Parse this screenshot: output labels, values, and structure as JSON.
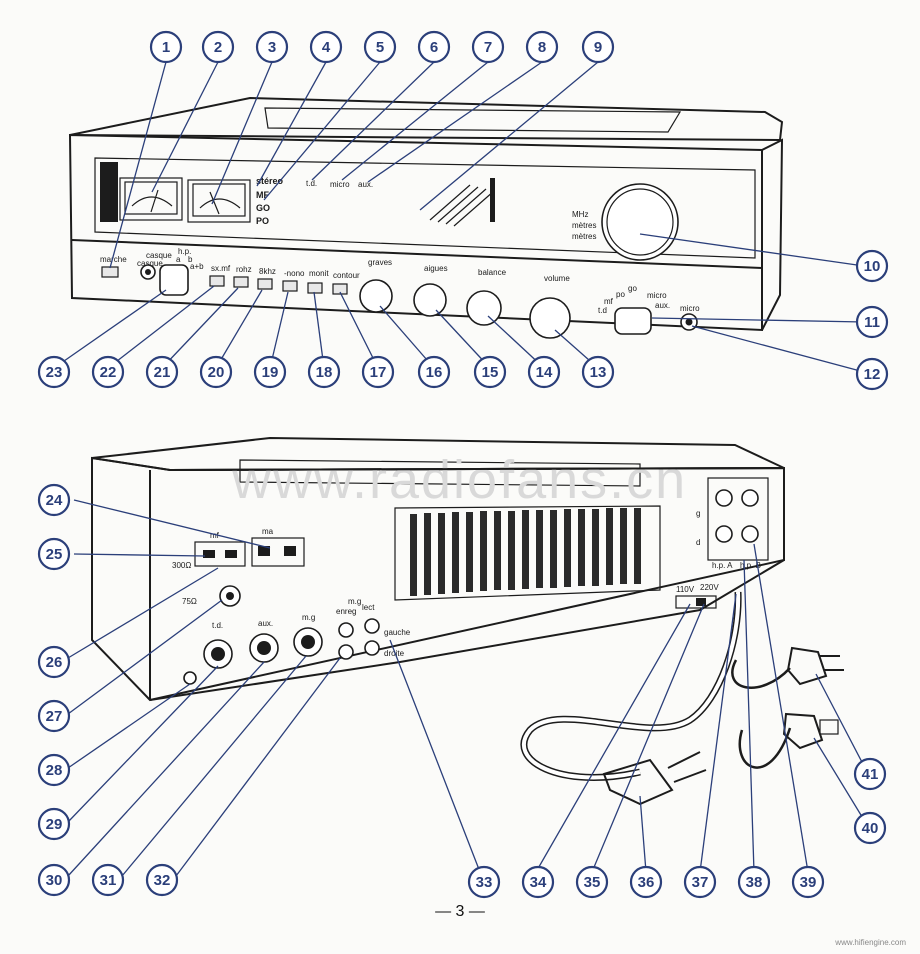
{
  "front_panel": {
    "labels": {
      "stereo": "stéreo",
      "mf": "MF",
      "go": "GO",
      "po": "PO",
      "td": "t.d.",
      "micro": "micro",
      "aux": "aux.",
      "mhz": "MHz",
      "metres1": "mètres",
      "metres2": "mètres",
      "marche": "marche",
      "casque": "casque",
      "casque2": "casque",
      "hp": "h.p.",
      "a": "a",
      "b": "b",
      "ab": "a+b",
      "sxmf": "sx.mf",
      "rohz": "rohz",
      "khz": "8khz",
      "mono": "-nono",
      "monit": "monit",
      "contour": "contour",
      "graves": "graves",
      "aigues": "aigues",
      "balance": "balance",
      "volume": "volume",
      "po2": "po",
      "go2": "go",
      "micro2": "micro",
      "mf2": "mf",
      "td2": "t.d",
      "aux2": "aux.",
      "micro3": "micro"
    },
    "callouts": [
      "1",
      "2",
      "3",
      "4",
      "5",
      "6",
      "7",
      "8",
      "9",
      "10",
      "11",
      "12",
      "13",
      "14",
      "15",
      "16",
      "17",
      "18",
      "19",
      "20",
      "21",
      "22",
      "23"
    ]
  },
  "rear_panel": {
    "watermark": "www.radiofans.cn",
    "labels": {
      "mf": "mf",
      "ma": "ma",
      "ohm300": "300Ω",
      "ohm75": "75Ω",
      "td": "t.d.",
      "aux": "aux.",
      "mg": "m.g",
      "mg2": "m.g",
      "enreg": "enreg",
      "lect": "lect",
      "gauche": "gauche",
      "droite": "droite",
      "g": "g",
      "d": "d",
      "hpa": "h.p. A",
      "hpb": "h.p. B",
      "v110": "110V",
      "v220": "220V"
    },
    "callouts": [
      "24",
      "25",
      "26",
      "27",
      "28",
      "29",
      "30",
      "31",
      "32",
      "33",
      "34",
      "35",
      "36",
      "37",
      "38",
      "39",
      "40",
      "41"
    ]
  },
  "page_number": "— 3 —",
  "credit": "www.hifiengine.com"
}
